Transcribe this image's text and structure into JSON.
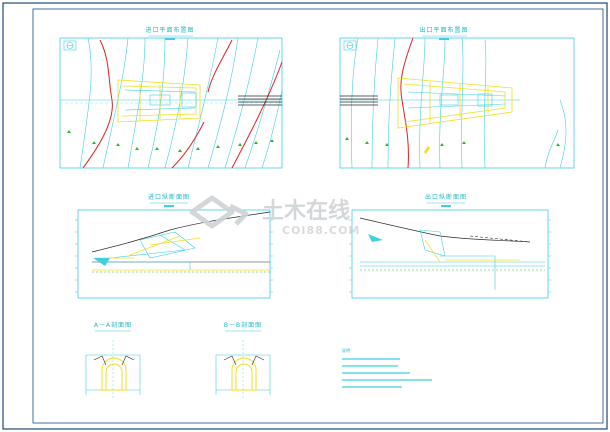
{
  "drawing": {
    "colors": {
      "frame": "#1a4a7a",
      "cyan": "#3fd0e0",
      "red": "#e02020",
      "yellow": "#f0e020",
      "green": "#20c020",
      "ink": "#2a2a2a",
      "watermark": "#c9cdd0"
    },
    "titles": {
      "plan_left": "进口平面布置图",
      "plan_right": "出口平面布置图",
      "section_left": "进口纵断面图",
      "section_right": "出口纵断面图",
      "cross_a": "A－A剖面图",
      "cross_b": "B－B剖面图",
      "notes_heading": "说明："
    },
    "watermark": {
      "brand": "土木在线",
      "domain": "COI88.COM"
    }
  }
}
